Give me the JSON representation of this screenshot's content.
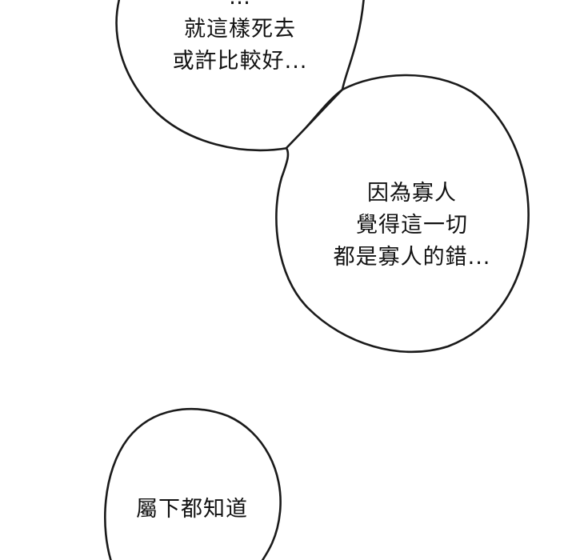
{
  "bubbles": [
    {
      "name": "speech-bubble-1",
      "lines": [
        "…",
        "就這樣死去",
        "或許比較好..."
      ]
    },
    {
      "name": "speech-bubble-2",
      "lines": [
        "因為寡人",
        "覺得這一切",
        "都是寡人的錯..."
      ]
    },
    {
      "name": "speech-bubble-3",
      "lines": [
        "屬下都知道"
      ]
    }
  ],
  "colors": {
    "background": "#ffffff",
    "outline": "#1a1a1a",
    "text": "#111111"
  }
}
